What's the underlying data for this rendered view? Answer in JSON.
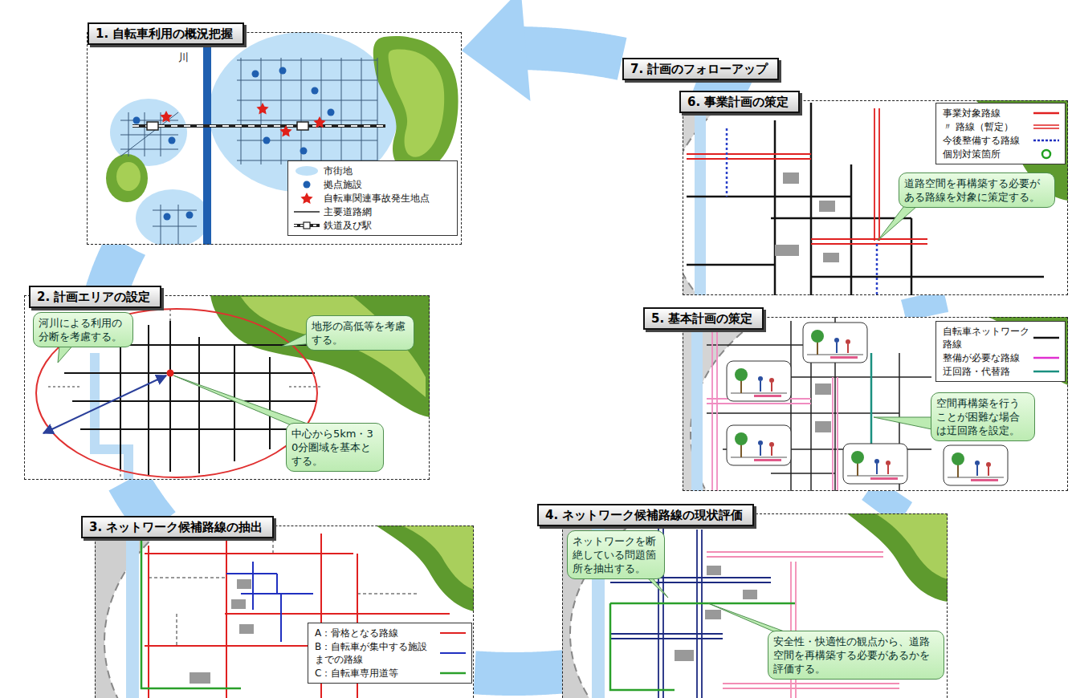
{
  "diagram": {
    "nodes": [
      {
        "text": [
          "1. 自転車利用の概況把握"
        ]
      },
      {
        "text": [
          "2. 計画エリアの設定"
        ]
      },
      {
        "text": [
          "河川による利用の分断を考慮する。"
        ],
        "in": 1
      },
      {
        "text": [
          "地形の高低等を考慮する。"
        ],
        "in": 1
      },
      {
        "text": [
          "中心から5km・30分圏域を基本とする。"
        ],
        "in": 1
      },
      {
        "text": [
          "3. ネットワーク候補路線の抽出"
        ]
      },
      {
        "text": [
          "4. ネットワーク候補路線の現状評価"
        ]
      },
      {
        "text": [
          "ネットワークを断絶している問題箇所を抽出する。"
        ],
        "in": 6
      },
      {
        "text": [
          "安全性・快適性の観点から、道路空間を再構築する必要があるかを評価する。"
        ],
        "in": 6
      },
      {
        "text": [
          "5. 基本計画の策定"
        ]
      },
      {
        "text": [
          "空間再構築を行うことが困難な場合は迂回路を設定。"
        ],
        "in": 9
      },
      {
        "text": [
          "6. 事業計画の策定"
        ]
      },
      {
        "text": [
          "道路空間を再構築する必要がある路線を対象に策定する。"
        ],
        "in": 11
      },
      {
        "text": [
          "7. 計画のフォローアップ"
        ]
      }
    ],
    "edges": [
      {
        "from": 0,
        "to": 1,
        "arrow": "none"
      },
      {
        "from": 1,
        "to": 5,
        "arrow": "none"
      },
      {
        "from": 5,
        "to": 6,
        "arrow": "none"
      },
      {
        "from": 6,
        "to": 9,
        "arrow": "none"
      },
      {
        "from": 9,
        "to": 11,
        "arrow": "none"
      },
      {
        "from": 11,
        "to": 13,
        "arrow": "none"
      },
      {
        "from": 13,
        "to": 0,
        "arrow": "to"
      }
    ],
    "labels": [
      "川"
    ],
    "legend": [
      {
        "text": "市街地",
        "color": "#bfe0f7"
      },
      {
        "text": "拠点施設"
      },
      {
        "text": "自転車関連事故発生地点"
      },
      {
        "text": "主要道路網"
      },
      {
        "text": "鉄道及び駅"
      },
      {
        "text": "A：骨格となる路線"
      },
      {
        "text": "B：自転車が集中する施設までの路線"
      },
      {
        "text": "C：自転車専用道等"
      },
      {
        "text": "自転車ネットワーク路線"
      },
      {
        "text": "整備が必要な路線"
      },
      {
        "text": "迂回路・代替路"
      },
      {
        "text": "事業対象路線"
      },
      {
        "text": "〃 路線（暫定）"
      },
      {
        "text": "今後整備する路線"
      },
      {
        "text": "個別対策箇所"
      }
    ]
  }
}
